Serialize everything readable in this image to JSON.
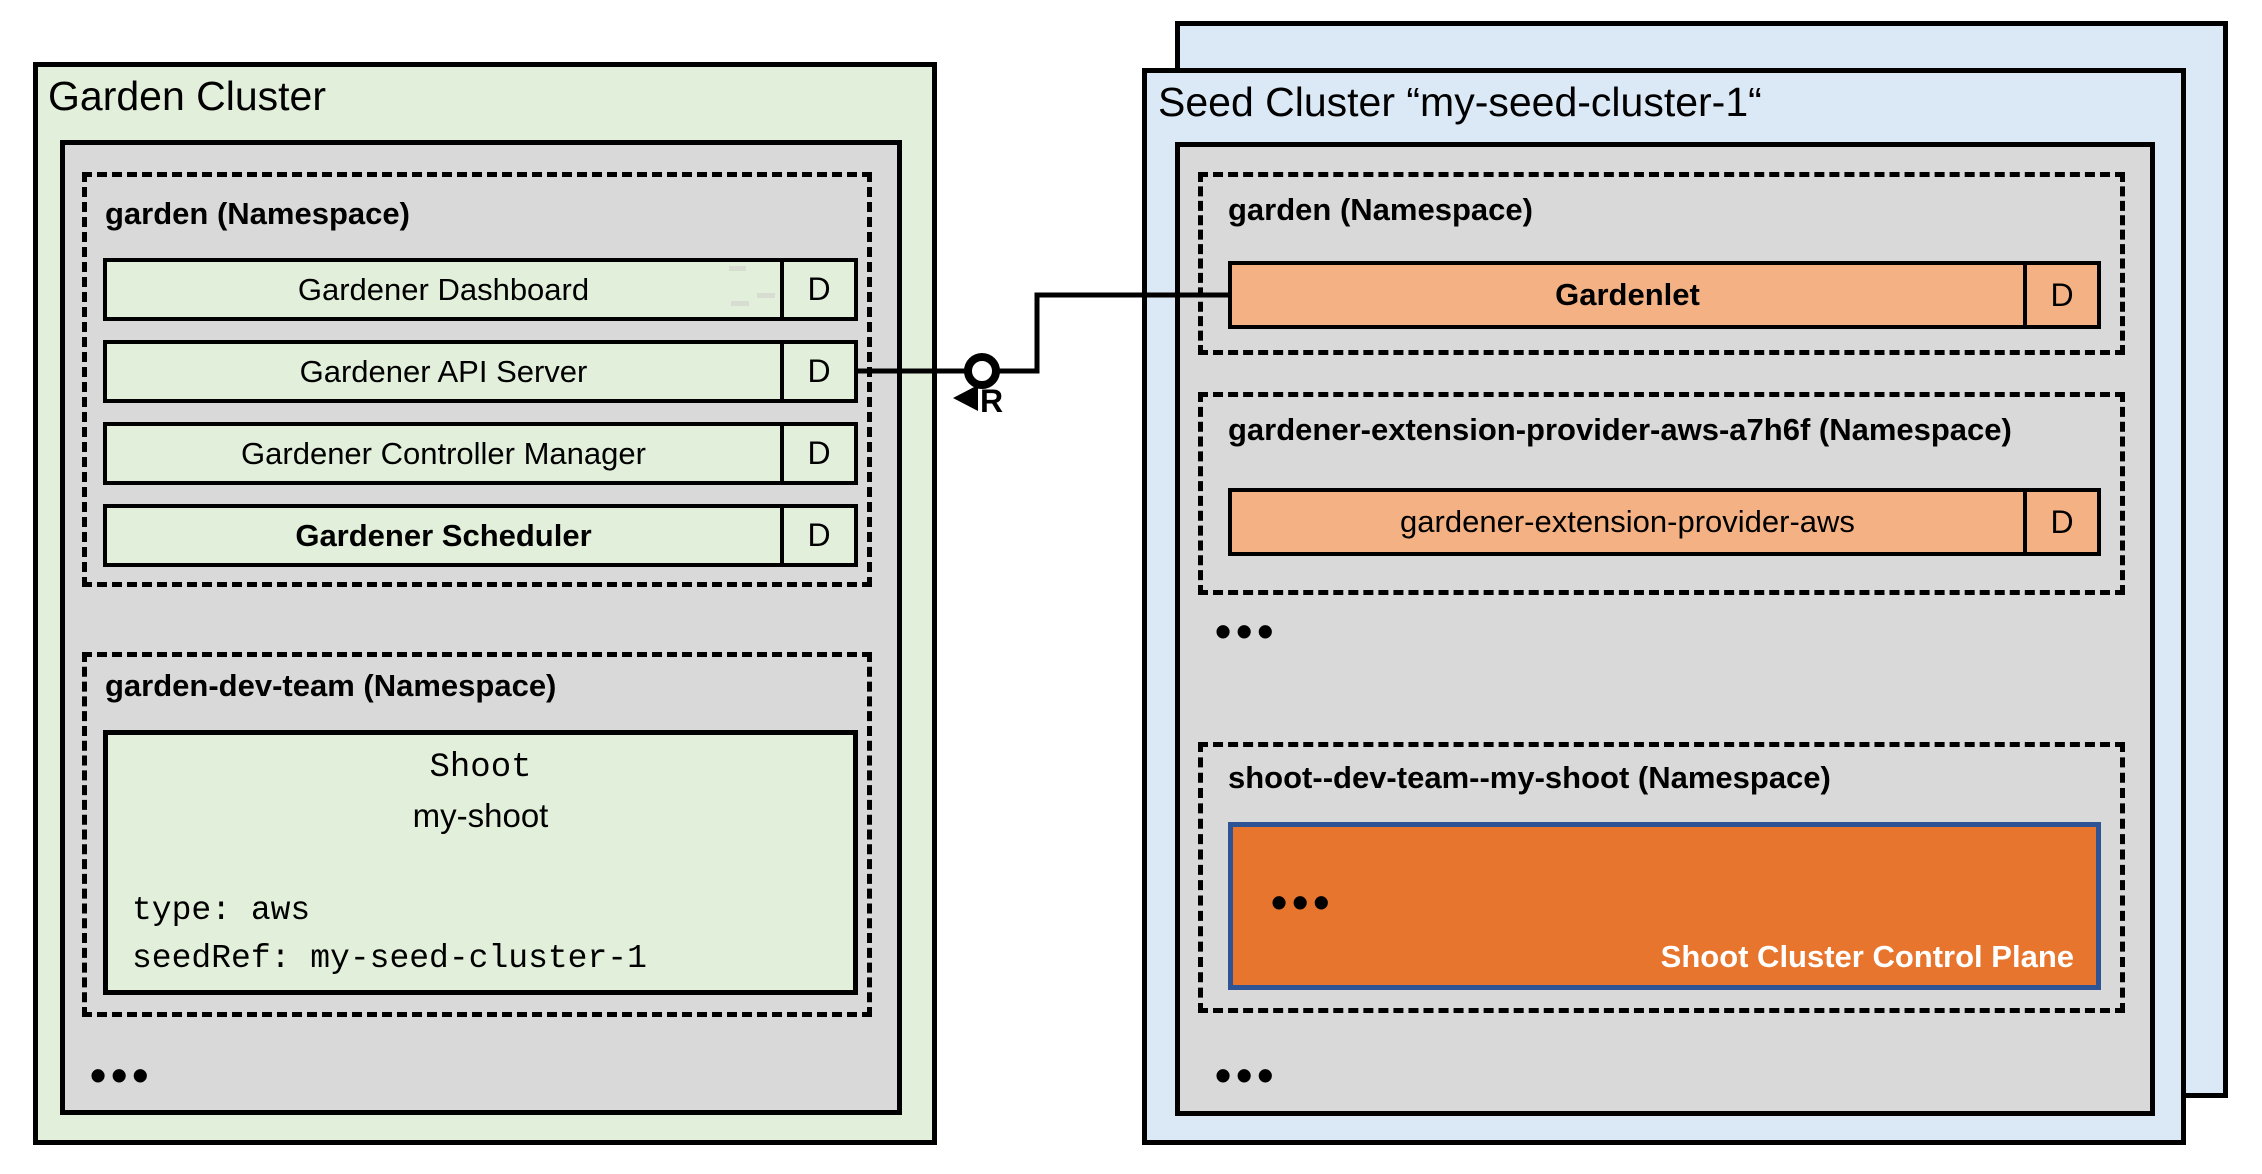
{
  "colors": {
    "card_green": "#e2efda",
    "panel_gray": "#d9d9d9",
    "card_blue": "#dbe8f5",
    "component_orange": "#f4b183",
    "control_plane_orange": "#e8752d",
    "control_plane_border_blue": "#2f5496",
    "line_black": "#000000"
  },
  "garden_cluster": {
    "title": "Garden Cluster",
    "garden_namespace": {
      "label": "garden (Namespace)",
      "components": [
        {
          "name": "Gardener Dashboard",
          "badge": "D"
        },
        {
          "name": "Gardener API Server",
          "badge": "D"
        },
        {
          "name": "Gardener Controller Manager",
          "badge": "D"
        },
        {
          "name": "Gardener Scheduler",
          "badge": "D"
        }
      ]
    },
    "dev_team_namespace": {
      "label": "garden-dev-team (Namespace)",
      "shoot_resource": {
        "kind": "Shoot",
        "name": "my-shoot",
        "spec_line_1": "type: aws",
        "spec_line_2": "seedRef: my-seed-cluster-1"
      }
    },
    "ellipsis": "•••"
  },
  "connector": {
    "label": "R"
  },
  "seed_cluster": {
    "title": "Seed Cluster “my-seed-cluster-1“",
    "garden_namespace": {
      "label": "garden (Namespace)",
      "component": {
        "name": "Gardenlet",
        "badge": "D"
      }
    },
    "extension_namespace": {
      "label": "gardener-extension-provider-aws-a7h6f (Namespace)",
      "component": {
        "name": "gardener-extension-provider-aws",
        "badge": "D"
      }
    },
    "ellipsis_mid": "•••",
    "shoot_namespace": {
      "label": "shoot--dev-team--my-shoot (Namespace)",
      "control_plane": {
        "label": "Shoot Cluster Control Plane",
        "ellipsis": "•••"
      }
    },
    "ellipsis_bottom": "•••"
  }
}
